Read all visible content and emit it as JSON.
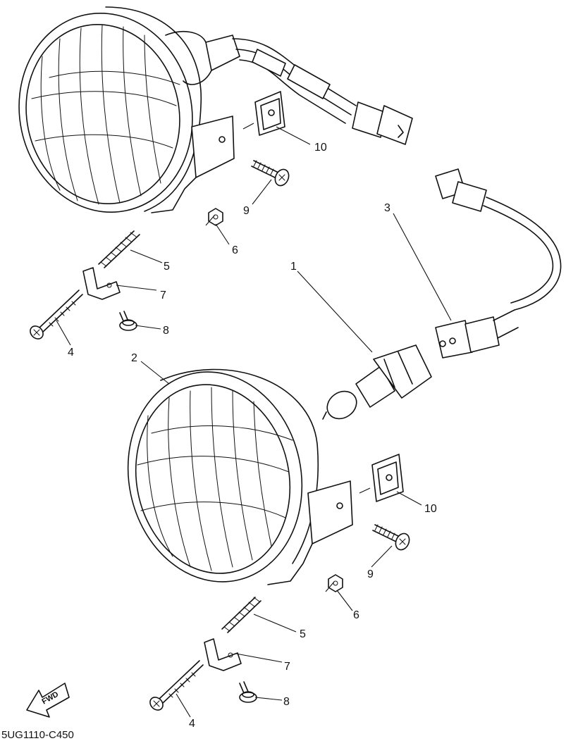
{
  "diagram": {
    "code": "5UG1110-C450",
    "fwd_label": "FWD",
    "callouts": {
      "c1": "1",
      "c2": "2",
      "c3": "3",
      "c4a": "4",
      "c4b": "4",
      "c5a": "5",
      "c5b": "5",
      "c6a": "6",
      "c6b": "6",
      "c7a": "7",
      "c7b": "7",
      "c8a": "8",
      "c8b": "8",
      "c9a": "9",
      "c9b": "9",
      "c10a": "10",
      "c10b": "10"
    }
  }
}
